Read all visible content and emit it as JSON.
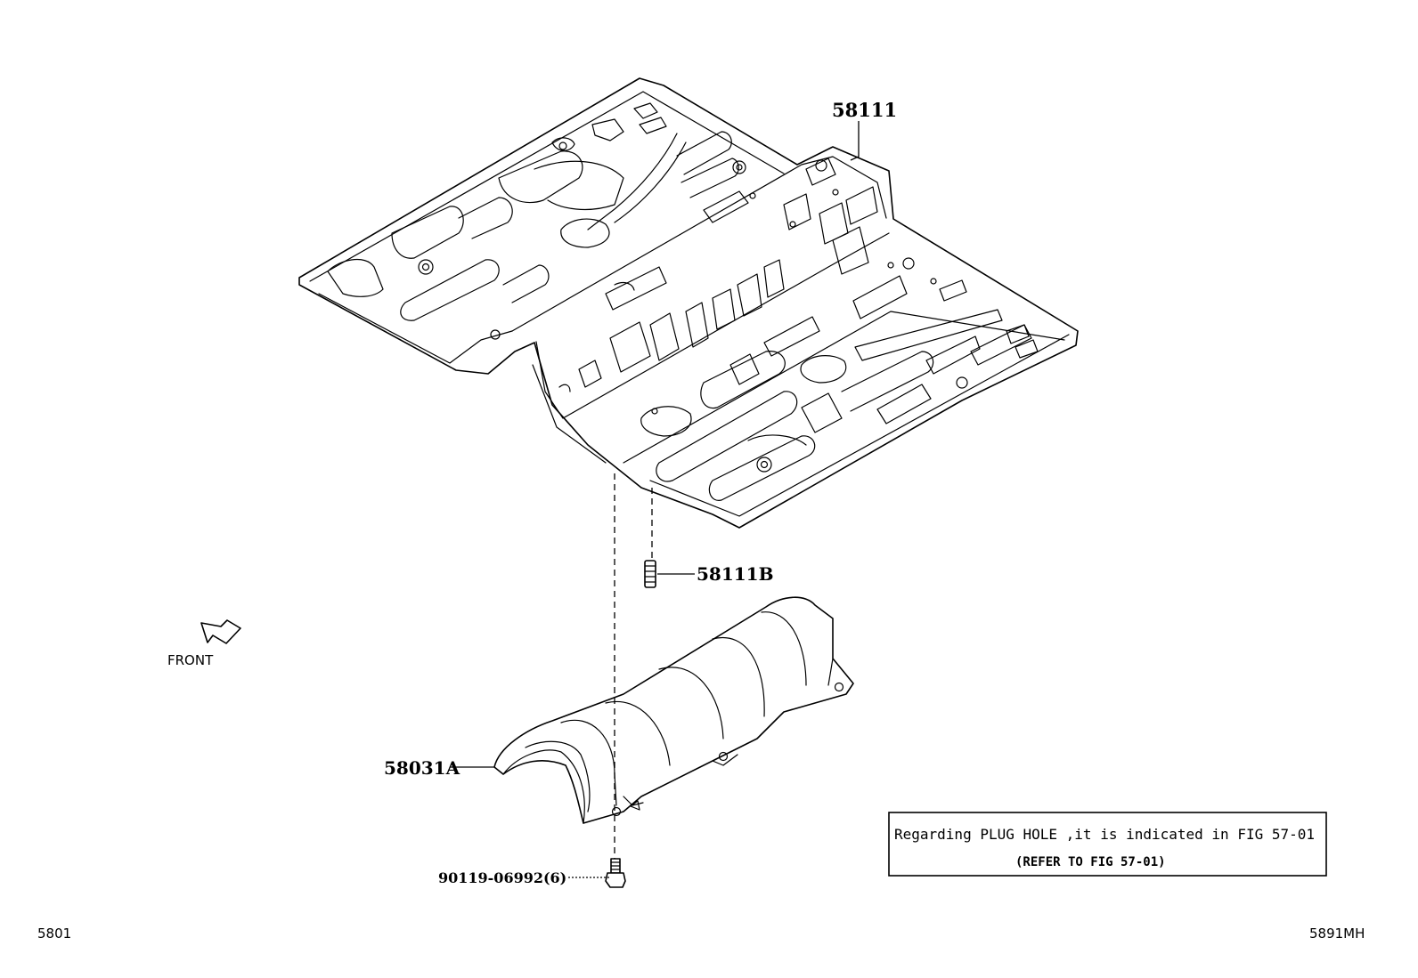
{
  "parts": {
    "floor_pan": "58111",
    "plug": "58111B",
    "heat_insulator": "58031A",
    "bolt": "90119-06992(6)"
  },
  "direction": {
    "label": "FRONT",
    "icon": "front-arrow-icon"
  },
  "note": {
    "line1": "Regarding PLUG HOLE ,it is indicated in FIG 57-01",
    "line2": "(REFER TO FIG 57-01)"
  },
  "footer": {
    "left_code": "5801",
    "right_code": "5891MH"
  }
}
